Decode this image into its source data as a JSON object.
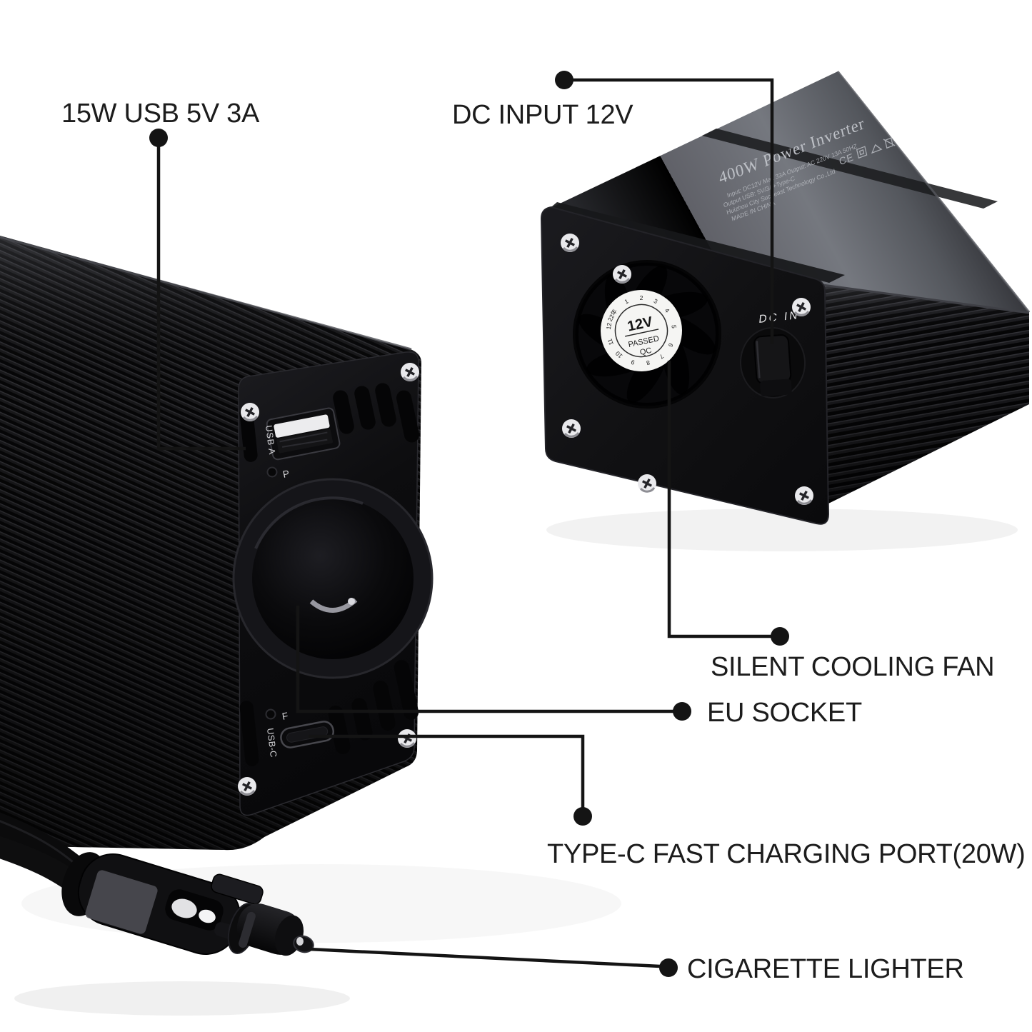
{
  "callouts": {
    "usb_a": "15W USB 5V 3A",
    "dc_input": "DC INPUT 12V",
    "cooling_fan": "SILENT COOLING FAN",
    "eu_socket": "EU SOCKET",
    "type_c": "TYPE-C FAST CHARGING PORT(20W)",
    "cigarette_lighter": "CIGARETTE LIGHTER"
  },
  "front_panel": {
    "usb_a_port": "USB A",
    "power_led": "P",
    "fault_led": "F",
    "usb_c_port": "USB-C"
  },
  "rear_panel": {
    "dc_in": "DC IN",
    "fan_sticker": {
      "voltage": "12V",
      "passed": "PASSED",
      "qc": "QC",
      "dial": [
        "22年",
        "1",
        "2",
        "3",
        "4",
        "5",
        "6",
        "7",
        "8",
        "9",
        "10",
        "11",
        "12"
      ]
    }
  },
  "top_print": {
    "title": "400W Power Inverter",
    "line1": "Input: DC12V  Max 33A  Output: AC 220V 13A 50HZ",
    "line2": "Output USB: 5V/3A+Type-C",
    "line3": "Huizhou City Sucbeast Technology Co.,Ltd",
    "line4": "MADE IN CHINA",
    "ce": "CE"
  },
  "colors": {
    "background": "#ffffff",
    "label_text": "#1c1c1c",
    "leader_line": "#141414",
    "device_body": "#0e0e10",
    "sticker": "#f5f5f3"
  }
}
